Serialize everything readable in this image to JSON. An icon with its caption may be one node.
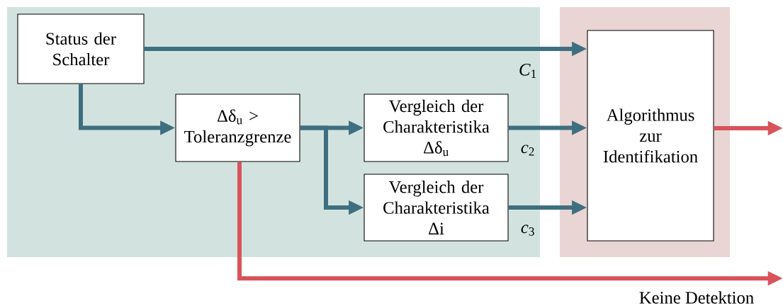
{
  "diagram": {
    "nodes": [
      {
        "text": [],
        "shape": "box"
      },
      {
        "text": [
          "Status der Schalter"
        ],
        "in": 0
      },
      {
        "text": [
          "Δδ$_{u}$ > Toleranzgrenze"
        ],
        "in": 0
      },
      {
        "text": [
          "Vergleich der Charakteristika Δδ$_{u}$"
        ],
        "in": 0
      },
      {
        "text": [
          "Vergleich der Charakteristika Δi"
        ],
        "in": 0
      },
      {
        "text": [],
        "shape": "box"
      },
      {
        "text": [
          "Algorithmus zur Identifikation"
        ],
        "in": 5
      }
    ],
    "edges": [
      {
        "from": 1,
        "to": 6,
        "arrow": "to",
        "label": "*C*$_{1}$"
      },
      {
        "from": 1,
        "to": 2,
        "arrow": "to"
      },
      {
        "from": 2,
        "to": 3,
        "arrow": "to"
      },
      {
        "from": 2,
        "to": 4,
        "arrow": "to"
      },
      {
        "from": 3,
        "to": 6,
        "arrow": "to",
        "label": "*c*$_{2}$"
      },
      {
        "from": 4,
        "to": 6,
        "arrow": "to",
        "label": "*c*$_{3}$"
      },
      {
        "from": 6,
        "to": null,
        "arrow": "to",
        "color": "#d9535a"
      },
      {
        "from": 2,
        "to": null,
        "arrow": "to",
        "color": "#d9535a",
        "label": "Keine Detektion"
      }
    ]
  }
}
